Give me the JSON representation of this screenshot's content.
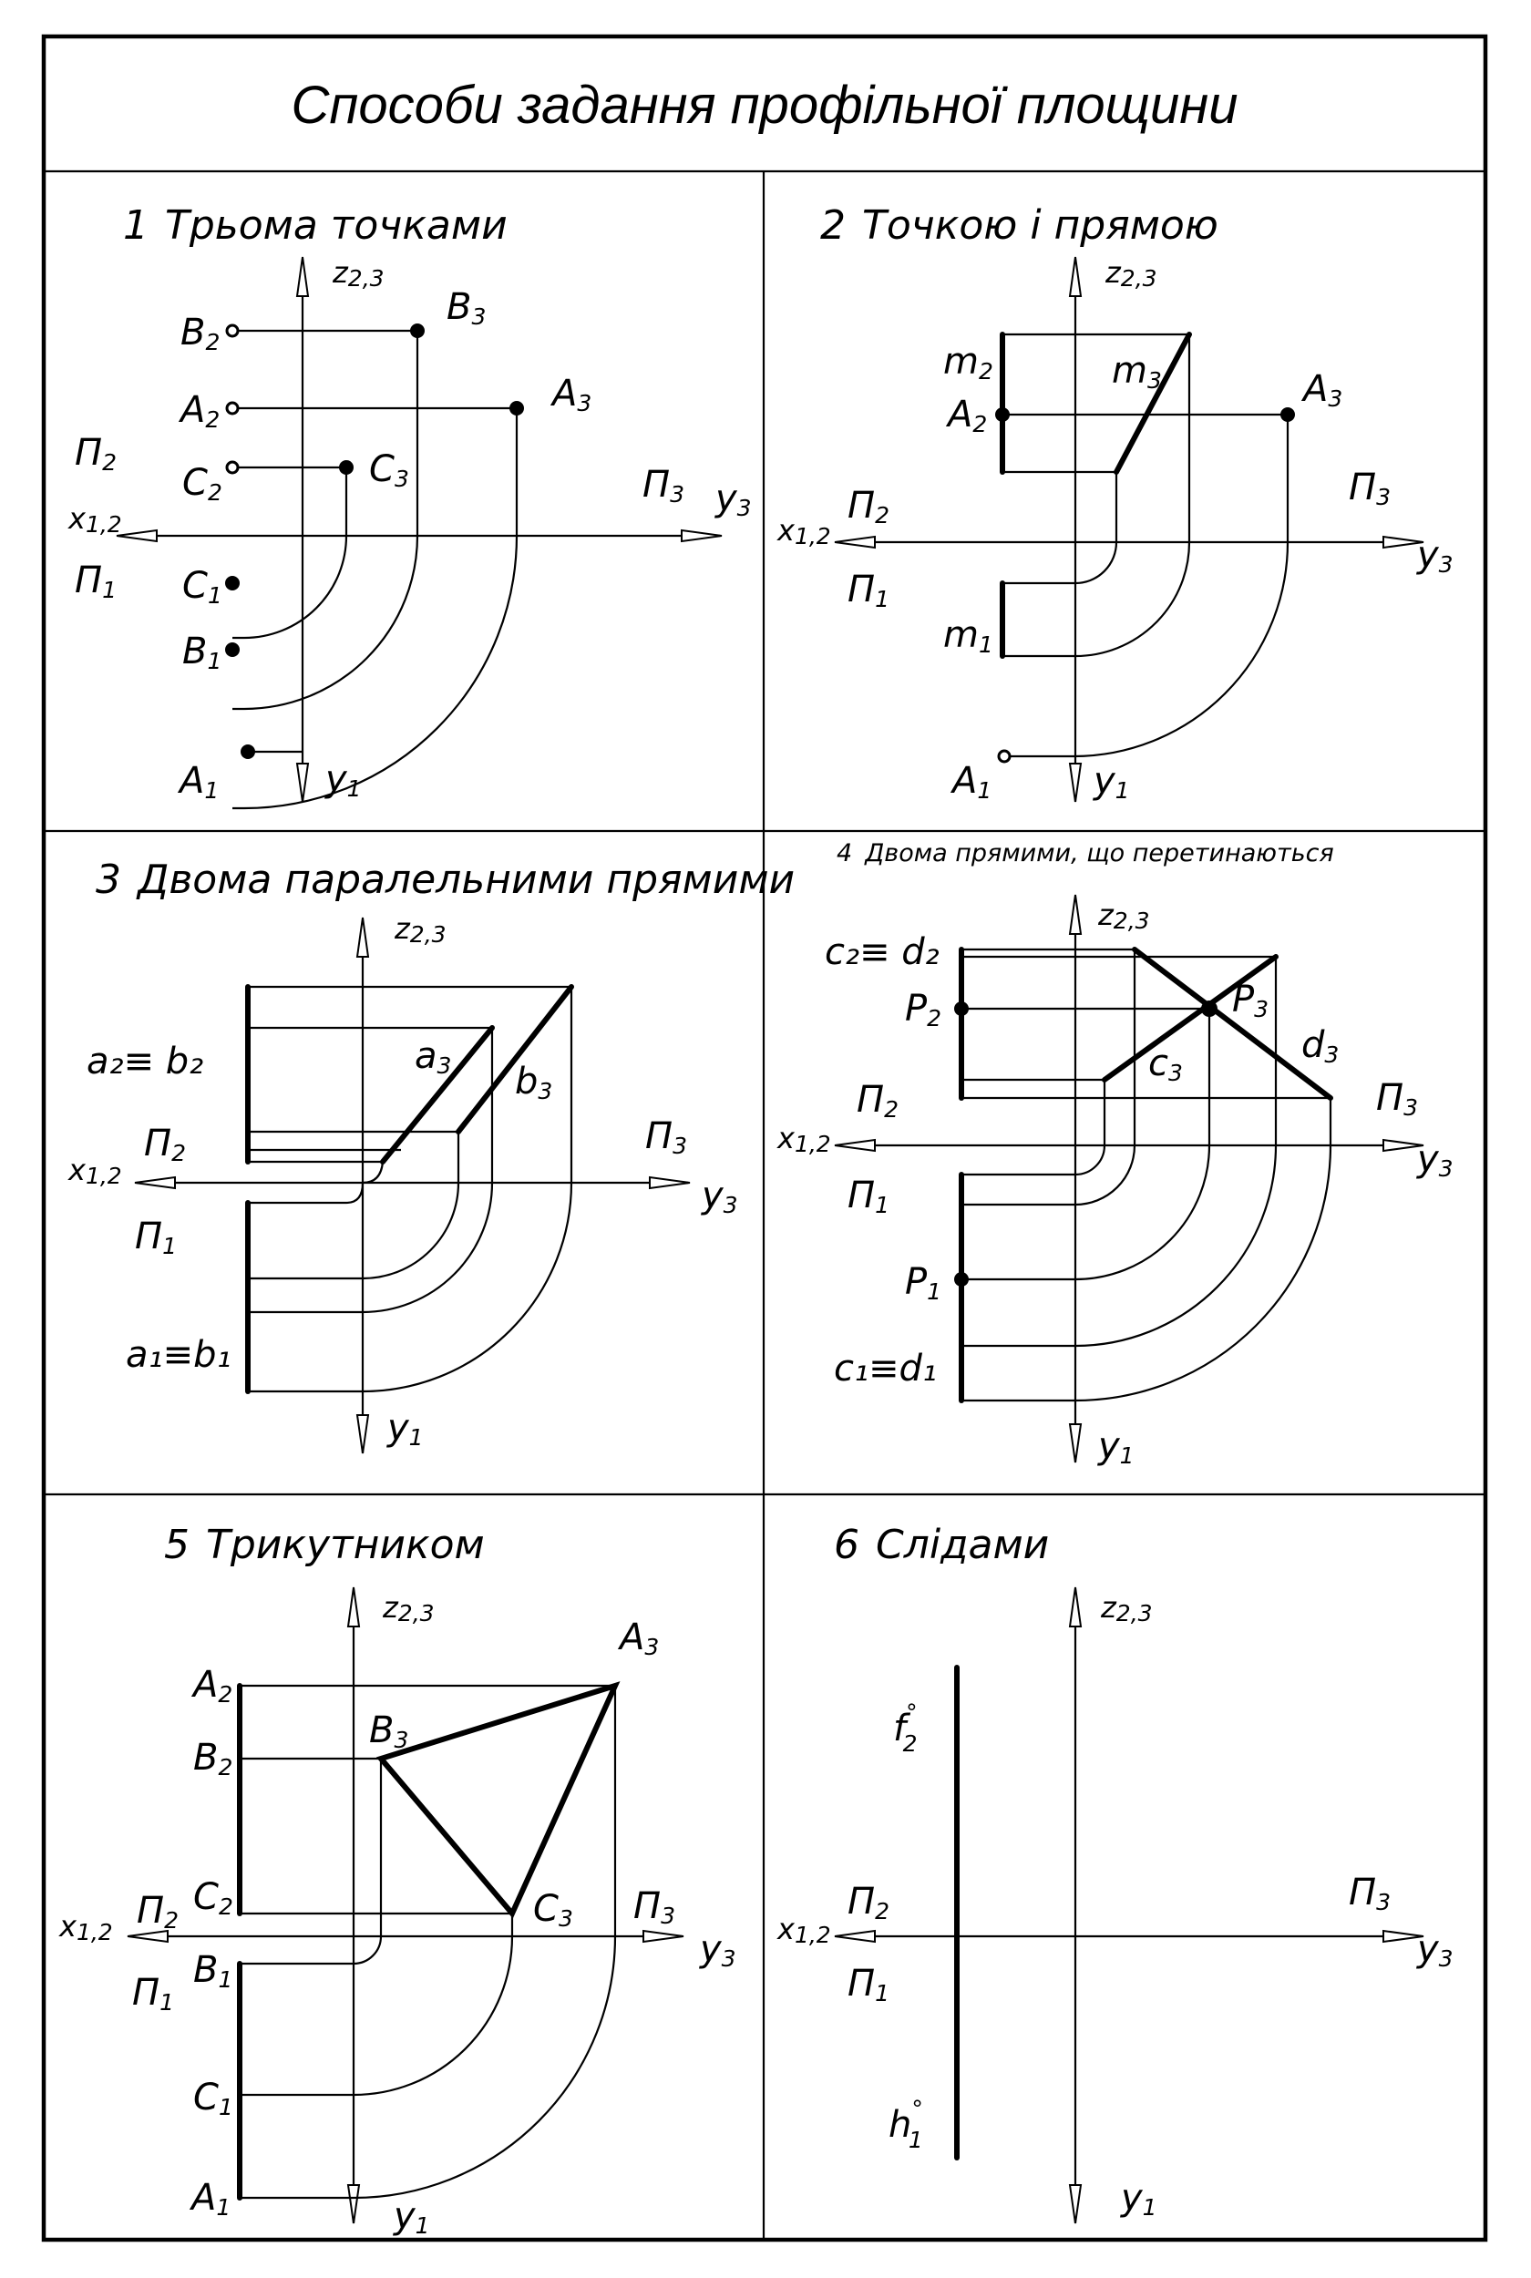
{
  "title": "Способи задання профільної площини",
  "panels": [
    {
      "num": "1",
      "heading": "Трьома точками",
      "axes": {
        "z": "z",
        "z_sub": "2,3",
        "x": "x",
        "x_sub": "1,2",
        "y3": "y",
        "y3_sub": "3",
        "y1": "y",
        "y1_sub": "1",
        "pi2": "Π",
        "pi2_sub": "2",
        "pi1": "Π",
        "pi1_sub": "1",
        "pi3": "Π",
        "pi3_sub": "3"
      },
      "points": [
        {
          "n": "B",
          "s": "2"
        },
        {
          "n": "A",
          "s": "2"
        },
        {
          "n": "C",
          "s": "2"
        },
        {
          "n": "C",
          "s": "1"
        },
        {
          "n": "B",
          "s": "1"
        },
        {
          "n": "A",
          "s": "1"
        },
        {
          "n": "B",
          "s": "3"
        },
        {
          "n": "A",
          "s": "3"
        },
        {
          "n": "C",
          "s": "3"
        }
      ]
    },
    {
      "num": "2",
      "heading": "Точкою і прямою",
      "axes": {
        "z": "z",
        "z_sub": "2,3",
        "x": "x",
        "x_sub": "1,2",
        "y3": "y",
        "y3_sub": "3",
        "y1": "y",
        "y1_sub": "1",
        "pi2": "Π",
        "pi2_sub": "2",
        "pi1": "Π",
        "pi1_sub": "1",
        "pi3": "Π",
        "pi3_sub": "3"
      },
      "labels": [
        {
          "n": "m",
          "s": "2"
        },
        {
          "n": "A",
          "s": "2"
        },
        {
          "n": "m",
          "s": "3"
        },
        {
          "n": "A",
          "s": "3"
        },
        {
          "n": "m",
          "s": "1"
        },
        {
          "n": "A",
          "s": "1"
        }
      ]
    },
    {
      "num": "3",
      "heading": "Двома паралельними прямими",
      "axes": {
        "z": "z",
        "z_sub": "2,3",
        "x": "x",
        "x_sub": "1,2",
        "y3": "y",
        "y3_sub": "3",
        "y1": "y",
        "y1_sub": "1",
        "pi2": "Π",
        "pi2_sub": "2",
        "pi1": "Π",
        "pi1_sub": "1",
        "pi3": "Π",
        "pi3_sub": "3"
      },
      "labels": {
        "front": "a₂≡ b₂",
        "top": "a₁≡b₁",
        "a3": "a",
        "a3_sub": "3",
        "b3": "b",
        "b3_sub": "3"
      }
    },
    {
      "num": "4",
      "heading": "Двома прямими, що перетинаються",
      "axes": {
        "z": "z",
        "z_sub": "2,3",
        "x": "x",
        "x_sub": "1,2",
        "y3": "y",
        "y3_sub": "3",
        "y1": "y",
        "y1_sub": "1",
        "pi2": "Π",
        "pi2_sub": "2",
        "pi1": "Π",
        "pi1_sub": "1",
        "pi3": "Π",
        "pi3_sub": "3"
      },
      "labels": {
        "front": "c₂≡ d₂",
        "top": "c₁≡d₁",
        "p2": "P",
        "p2_sub": "2",
        "p1": "P",
        "p1_sub": "1",
        "p3": "P",
        "p3_sub": "3",
        "c3": "c",
        "c3_sub": "3",
        "d3": "d",
        "d3_sub": "3"
      }
    },
    {
      "num": "5",
      "heading": "Трикутником",
      "axes": {
        "z": "z",
        "z_sub": "2,3",
        "x": "x",
        "x_sub": "1,2",
        "y3": "y",
        "y3_sub": "3",
        "y1": "y",
        "y1_sub": "1",
        "pi2": "Π",
        "pi2_sub": "2",
        "pi1": "Π",
        "pi1_sub": "1",
        "pi3": "Π",
        "pi3_sub": "3"
      },
      "points": [
        {
          "n": "A",
          "s": "2"
        },
        {
          "n": "B",
          "s": "2"
        },
        {
          "n": "C",
          "s": "2"
        },
        {
          "n": "B",
          "s": "1"
        },
        {
          "n": "C",
          "s": "1"
        },
        {
          "n": "A",
          "s": "1"
        },
        {
          "n": "A",
          "s": "3"
        },
        {
          "n": "B",
          "s": "3"
        },
        {
          "n": "C",
          "s": "3"
        }
      ]
    },
    {
      "num": "6",
      "heading": "Слідами",
      "axes": {
        "z": "z",
        "z_sub": "2,3",
        "x": "x",
        "x_sub": "1,2",
        "y3": "y",
        "y3_sub": "3",
        "y1": "y",
        "y1_sub": "1",
        "pi2": "Π",
        "pi2_sub": "2",
        "pi1": "Π",
        "pi1_sub": "1",
        "pi3": "Π",
        "pi3_sub": "3"
      },
      "labels": {
        "f": "f",
        "f_sup": "°",
        "f_sub": "2",
        "h": "h",
        "h_sup": "°",
        "h_sub": "1"
      }
    }
  ]
}
